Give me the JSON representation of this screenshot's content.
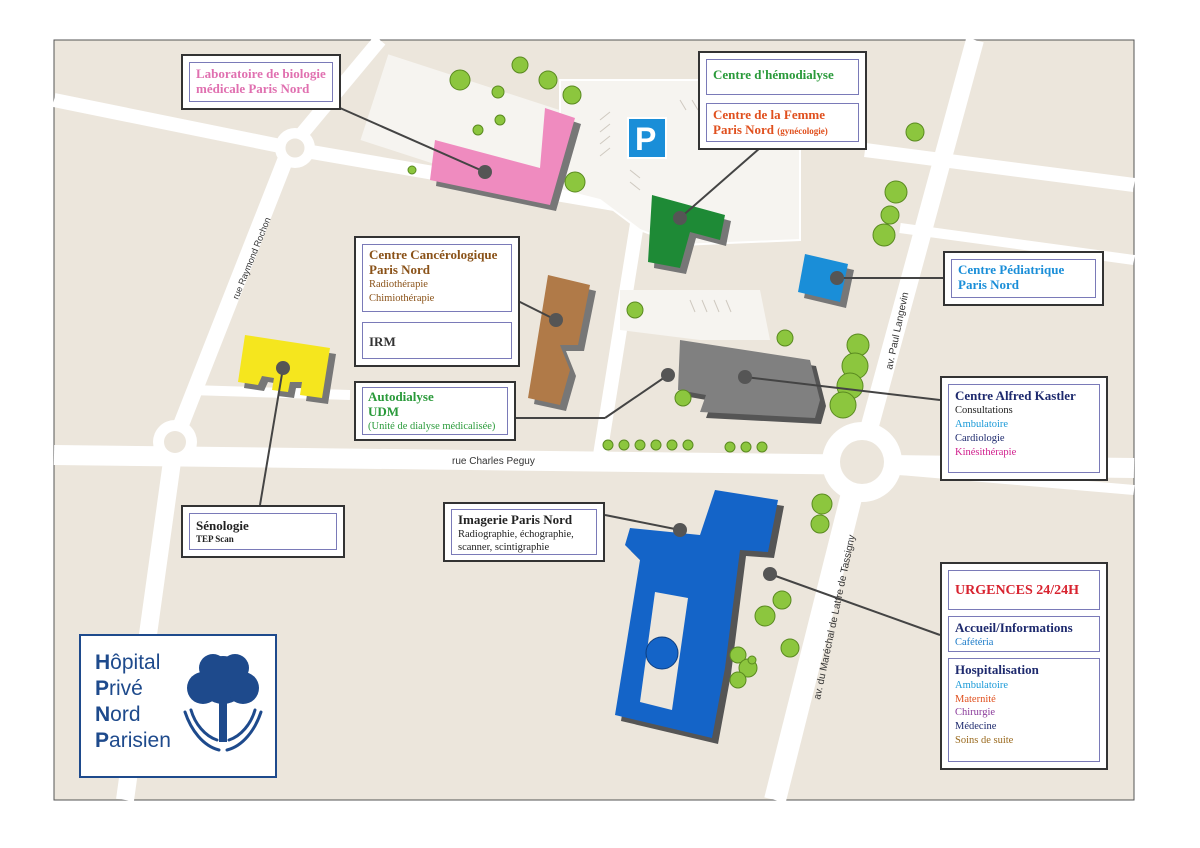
{
  "map": {
    "streets": {
      "raymond_rochon": "rue Raymond Rochon",
      "charles_peguy": "rue Charles Peguy",
      "paul_langevin": "av. Paul Langevin",
      "marechal": "av. du Maréchal de Lattre de Tassigny"
    },
    "parking_label": "P"
  },
  "labels": {
    "laboratoire": {
      "title": "Laboratoire de biologie médicale Paris Nord",
      "color": "#e070b0"
    },
    "hemodialyse": {
      "title": "Centre d'hémodialyse",
      "color": "#2a9a3a"
    },
    "femme": {
      "title": "Centre de la Femme",
      "title2": "Paris Nord",
      "note": "(gynécologie)",
      "color": "#e0501e"
    },
    "cancero": {
      "title": "Centre Cancérologique",
      "title2": "Paris Nord",
      "items": [
        "Radiothérapie",
        "Chimiothérapie"
      ],
      "color": "#8a5218"
    },
    "irm": {
      "title": "IRM",
      "color": "#333333"
    },
    "autodialyse": {
      "title": "Autodialyse",
      "title2": "UDM",
      "note": "(Unité de dialyse médicalisée)",
      "color": "#2a9a3a"
    },
    "pediatrique": {
      "title": "Centre Pédiatrique",
      "title2": "Paris Nord",
      "color": "#1a8ed8"
    },
    "kastler": {
      "title": "Centre Alfred Kastler",
      "items": [
        "Consultations",
        "Ambulatoire",
        "Cardiologie",
        "Kinésithérapie"
      ],
      "item_colors": [
        "#222222",
        "#1a9ad8",
        "#1e2a6e",
        "#d01e8c"
      ],
      "color": "#1e2a6e"
    },
    "senologie": {
      "title": "Sénologie",
      "note": "TEP Scan",
      "color": "#222222"
    },
    "imagerie": {
      "title": "Imagerie Paris Nord",
      "items": [
        "Radiographie, échographie,",
        "scanner, scintigraphie"
      ],
      "color": "#222222"
    },
    "urgences": {
      "title": "URGENCES 24/24H",
      "color": "#d8232f"
    },
    "accueil": {
      "title": "Accueil/Informations",
      "note": "Cafétéria",
      "color": "#1e2a6e",
      "note_color": "#1a7ac8"
    },
    "hospitalisation": {
      "title": "Hospitalisation",
      "items": [
        "Ambulatoire",
        "Maternité",
        "Chirurgie",
        "Médecine",
        "Soins de suite"
      ],
      "item_colors": [
        "#1a9ad8",
        "#e0501e",
        "#8a3a9a",
        "#1e2a6e",
        "#9a6a1e"
      ],
      "color": "#1e2a6e"
    }
  },
  "logo": {
    "lines": [
      {
        "initial": "H",
        "rest": "ôpital"
      },
      {
        "initial": "P",
        "rest": "rivé"
      },
      {
        "initial": "N",
        "rest": "ord"
      },
      {
        "initial": "P",
        "rest": "arisien"
      }
    ],
    "color": "#1e4a8c"
  },
  "colors": {
    "ground": "#ece6dc",
    "road": "#ffffff",
    "tree": "#8cc63e",
    "pin": "#555555",
    "laboratoire": "#ef8bbf",
    "hemodialyse": "#1e8a36",
    "cancero": "#b07a48",
    "senologie": "#f5e61e",
    "pediatrique": "#1a8ed8",
    "kastler": "#808080",
    "urgences_building": "#1464c8",
    "parking": "#1a8ed8"
  }
}
